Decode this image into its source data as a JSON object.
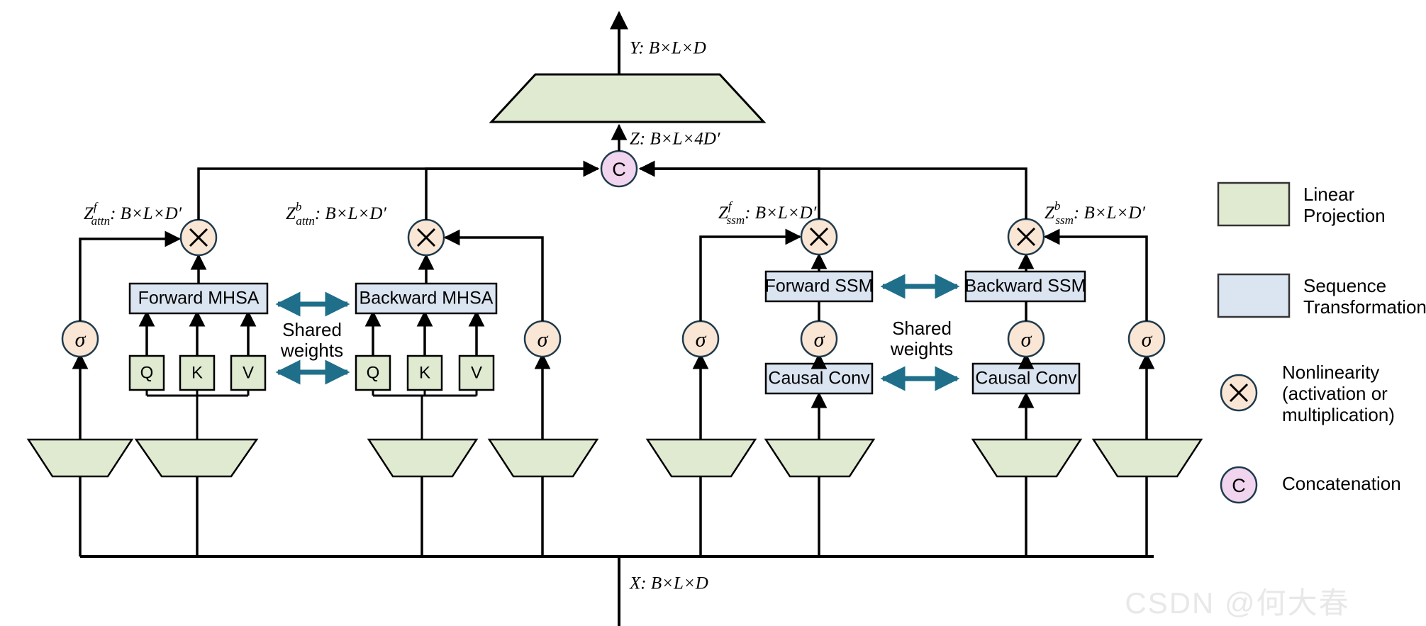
{
  "figure": {
    "title": "Bidirectional hybrid attention-SSM block diagram",
    "background": "#ffffff"
  },
  "colors": {
    "linear_projection_fill": "#dfead1",
    "sequence_transformation_fill": "#dbe5f1",
    "nonlinearity_fill": "#fae6d5",
    "concatenation_fill": "#f1d4ee",
    "node_stroke": "#1f3a4d",
    "line": "#000000",
    "shared_arrow": "#1f6f8b",
    "watermark": "#e8e8e8"
  },
  "tensors": {
    "input": "X: B×L×D",
    "output": "Y: B×L×D",
    "concat_out": "Z: B×L×4D′",
    "attn_forward": "Z",
    "attn_forward_sup": "f",
    "attn_forward_sub": "attn",
    "attn_forward_dims": ": B×L×D′",
    "attn_backward_sup": "b",
    "attn_backward_sub": "attn",
    "ssm_forward_sup": "f",
    "ssm_forward_sub": "ssm",
    "ssm_backward_sup": "b",
    "ssm_backward_sub": "ssm"
  },
  "blocks": {
    "forward_mhsa": "Forward MHSA",
    "backward_mhsa": "Backward MHSA",
    "forward_ssm": "Forward SSM",
    "backward_ssm": "Backward SSM",
    "causal_conv_forward": "Causal Conv",
    "causal_conv_backward": "Causal Conv"
  },
  "qkv": {
    "forward": [
      "Q",
      "K",
      "V"
    ],
    "backward": [
      "Q",
      "K",
      "V"
    ]
  },
  "shared": {
    "attn_line1": "Shared",
    "attn_line2": "weights",
    "ssm_line1": "Shared",
    "ssm_line2": "weights"
  },
  "nodes": {
    "sigma": "σ",
    "multiply": "×",
    "concat": "C"
  },
  "legend": {
    "items": [
      {
        "icon": "rect",
        "fill": "#dfead1",
        "line1": "Linear",
        "line2": "Projection"
      },
      {
        "icon": "rect",
        "fill": "#dbe5f1",
        "line1": "Sequence",
        "line2": "Transformation"
      },
      {
        "icon": "circle-x",
        "fill": "#fae6d5",
        "line1": "Nonlinearity",
        "line2": "(activation or",
        "line3": "multiplication)"
      },
      {
        "icon": "circle-c",
        "fill": "#f1d4ee",
        "line1": "Concatenation"
      }
    ]
  },
  "watermark": {
    "text": "CSDN @何大春"
  }
}
